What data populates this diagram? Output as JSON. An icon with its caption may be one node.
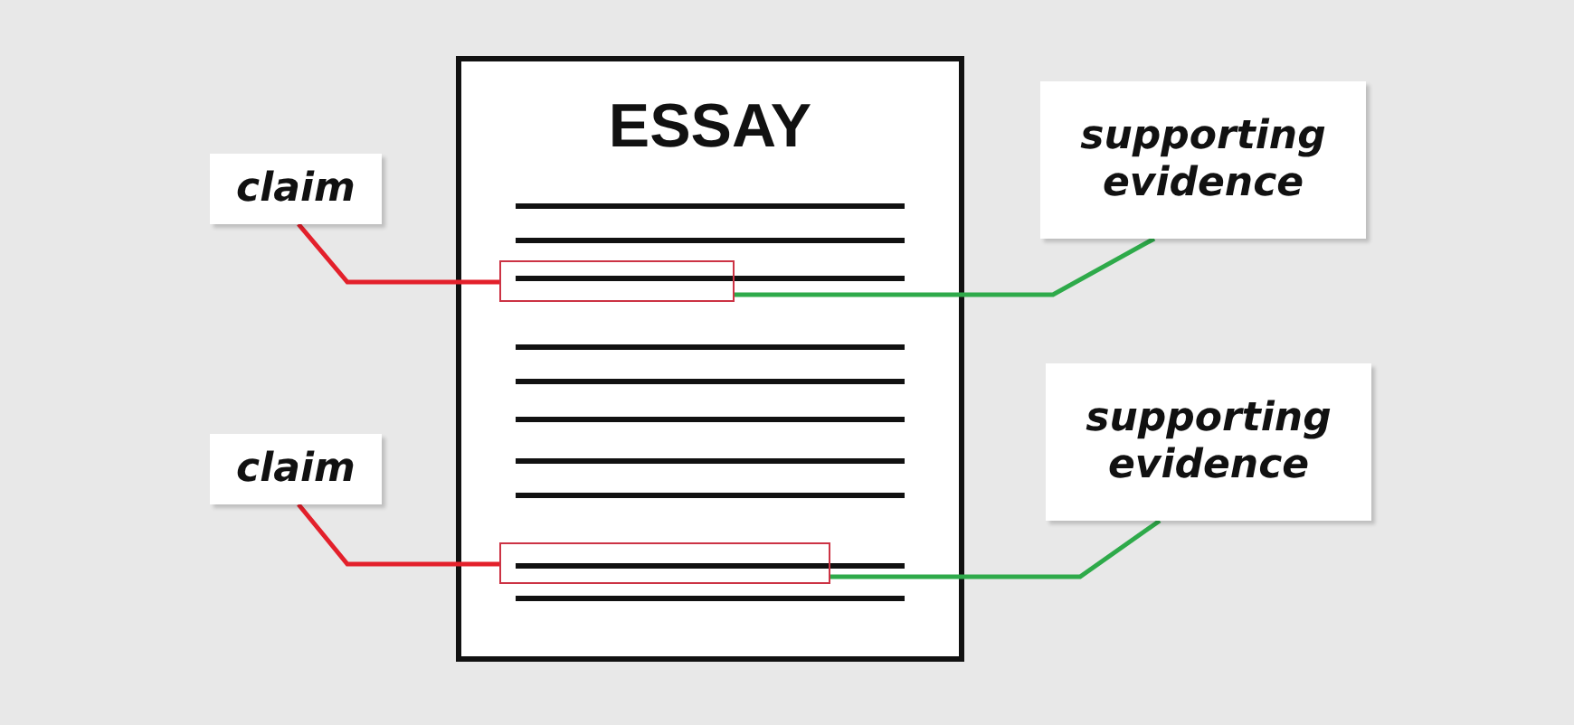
{
  "diagram": {
    "nodes": [
      {
        "text": [
          "ESSAY"
        ]
      },
      {
        "text": [
          "claim"
        ]
      },
      {
        "text": [
          "supporting evidence"
        ]
      },
      {
        "text": [],
        "shape": "box",
        "in": 0
      },
      {
        "text": [
          "claim"
        ]
      },
      {
        "text": [
          "supporting evidence"
        ]
      },
      {
        "text": [],
        "shape": "box",
        "in": 0
      }
    ],
    "edges": [
      {
        "from": 1,
        "to": 3,
        "arrow": "none",
        "color": "#e3202b"
      },
      {
        "from": 2,
        "to": 3,
        "arrow": "none",
        "color": "#2eaa4a"
      },
      {
        "from": 4,
        "to": 6,
        "arrow": "none",
        "color": "#e3202b"
      },
      {
        "from": 5,
        "to": 6,
        "arrow": "none",
        "color": "#2eaa4a"
      }
    ]
  }
}
